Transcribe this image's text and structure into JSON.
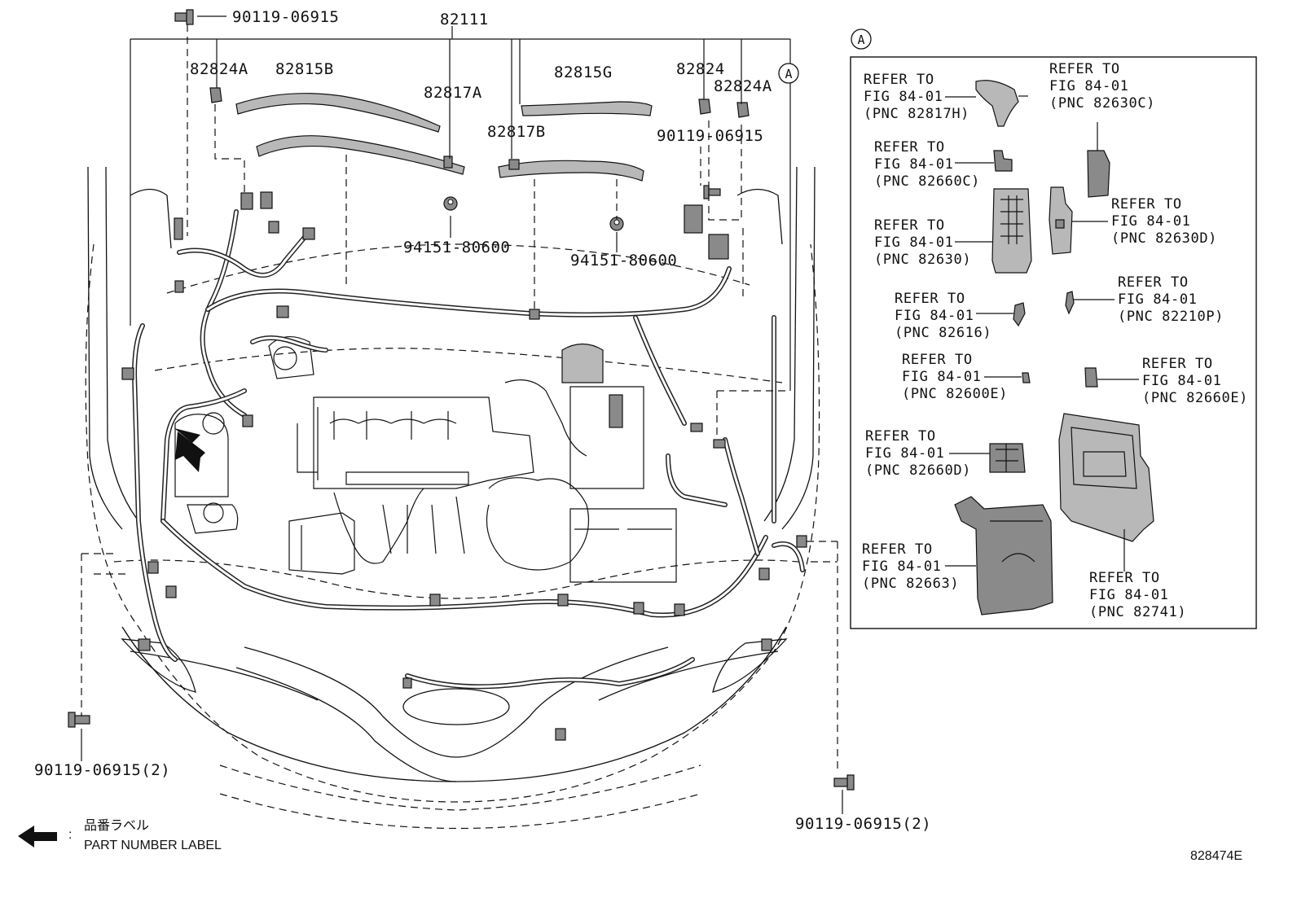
{
  "top_labels": {
    "main_harness": "82111",
    "bolt_top": "90119-06915",
    "p82824A_left": "82824A",
    "p82815B": "82815B",
    "p82817A": "82817A",
    "p82815G": "82815G",
    "p82817B": "82817B",
    "p82824": "82824",
    "p82824A_right": "82824A",
    "bolt_right_top": "90119-06915",
    "clip_left": "94151-80600",
    "clip_right": "94151-80600",
    "bolt_bottom_left": "90119-06915(2)",
    "bolt_bottom_right": "90119-06915(2)",
    "callout": "A"
  },
  "refer_box": {
    "callout": "A",
    "items": [
      {
        "line1": "REFER TO",
        "line2": "FIG 84-01",
        "line3": "(PNC 82817H)"
      },
      {
        "line1": "REFER TO",
        "line2": "FIG 84-01",
        "line3": "(PNC 82630C)"
      },
      {
        "line1": "REFER TO",
        "line2": "FIG 84-01",
        "line3": "(PNC 82660C)"
      },
      {
        "line1": "REFER TO",
        "line2": "FIG 84-01",
        "line3": "(PNC 82630D)"
      },
      {
        "line1": "REFER TO",
        "line2": "FIG 84-01",
        "line3": "(PNC 82630)"
      },
      {
        "line1": "REFER TO",
        "line2": "FIG 84-01",
        "line3": "(PNC 82210P)"
      },
      {
        "line1": "REFER TO",
        "line2": "FIG 84-01",
        "line3": "(PNC 82616)"
      },
      {
        "line1": "REFER TO",
        "line2": "FIG 84-01",
        "line3": "(PNC 82600E)"
      },
      {
        "line1": "REFER TO",
        "line2": "FIG 84-01",
        "line3": "(PNC 82660E)"
      },
      {
        "line1": "REFER TO",
        "line2": "FIG 84-01",
        "line3": "(PNC 82660D)"
      },
      {
        "line1": "REFER TO",
        "line2": "FIG 84-01",
        "line3": "(PNC 82663)"
      },
      {
        "line1": "REFER TO",
        "line2": "FIG 84-01",
        "line3": "(PNC 82741)"
      }
    ]
  },
  "legend": {
    "japanese": "品番ラベル",
    "english": "PART NUMBER LABEL",
    "separator": ":"
  },
  "diagram_id": "828474E"
}
